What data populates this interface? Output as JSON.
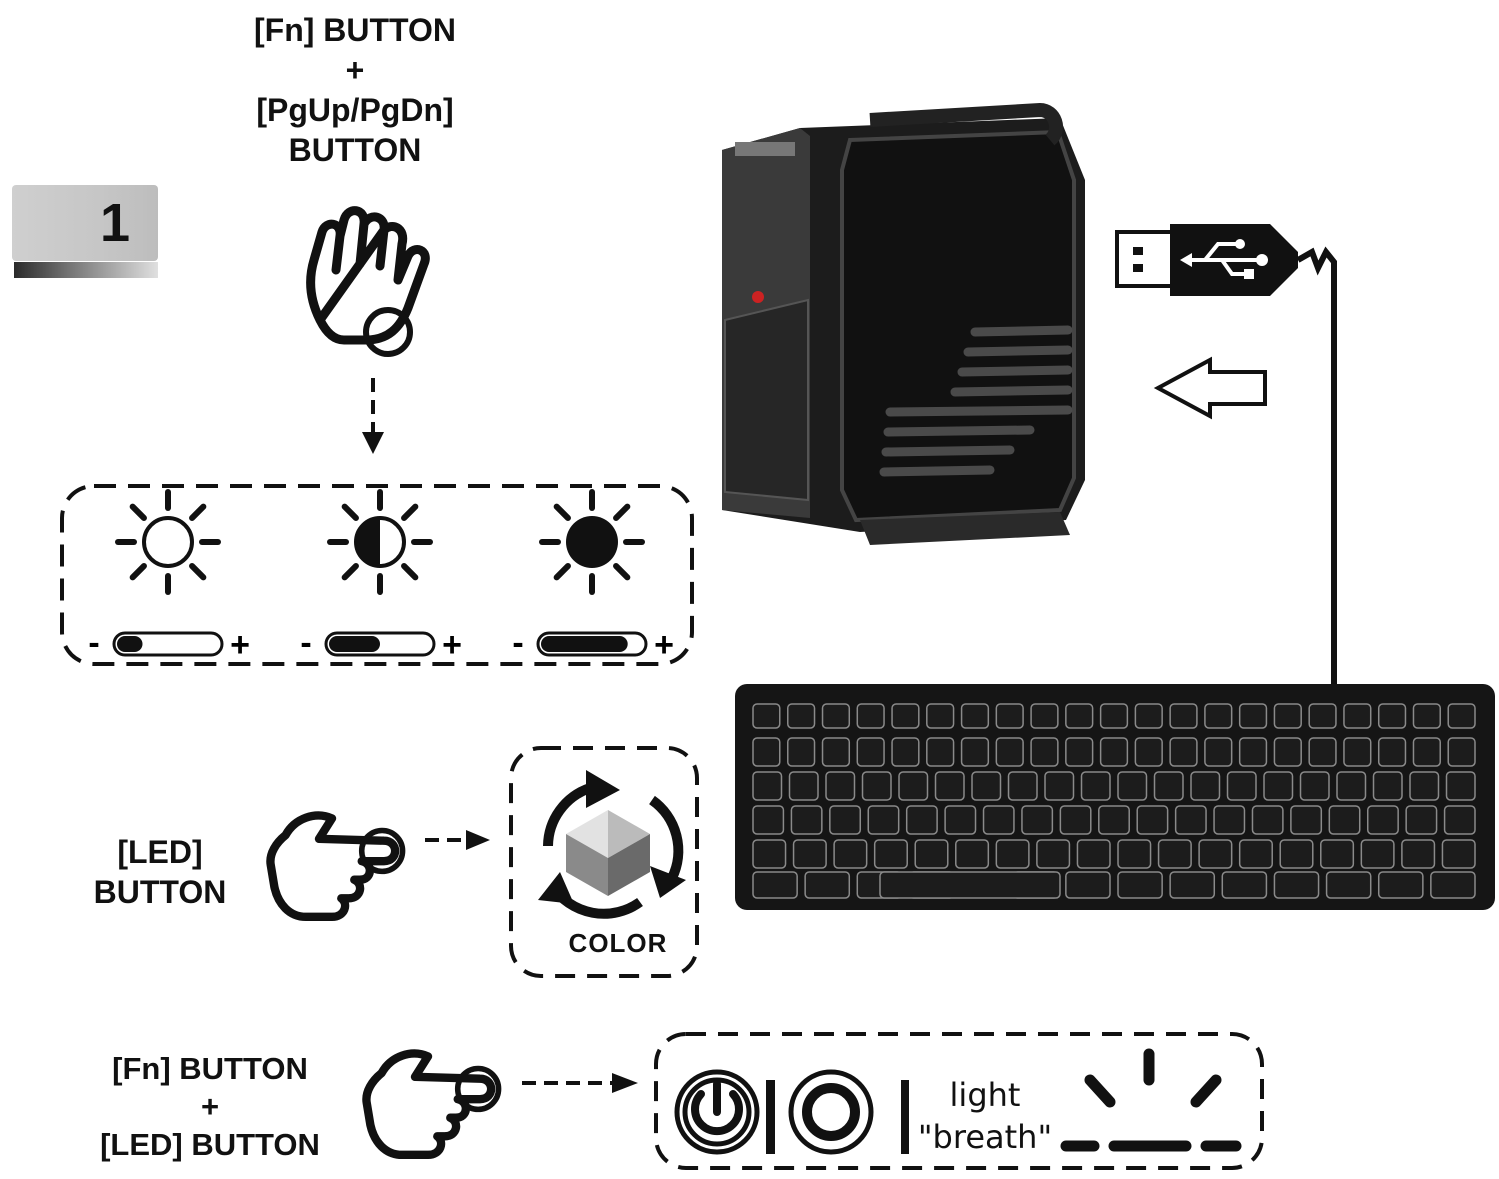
{
  "step": {
    "number": "1"
  },
  "brightness_control": {
    "combo_line1": "[Fn] BUTTON",
    "combo_plus": "+",
    "combo_line2": "[PgUp/PgDn]",
    "combo_line3": "BUTTON",
    "levels": [
      {
        "icon": "sun-outline-icon",
        "level": 0.25
      },
      {
        "icon": "sun-half-icon",
        "level": 0.5
      },
      {
        "icon": "sun-filled-icon",
        "level": 0.85
      }
    ],
    "minus": "-",
    "plus": "+"
  },
  "color_control": {
    "button_line1": "[LED]",
    "button_line2": "BUTTON",
    "result_label": "COLOR"
  },
  "breath_control": {
    "combo_line1": "[Fn] BUTTON",
    "combo_plus": "+",
    "combo_line2": "[LED] BUTTON",
    "result_line1": "light",
    "result_line2": "\"breath\""
  },
  "colors": {
    "ink": "#111111",
    "case": "#1e1e1e",
    "keyboard": "#151515"
  }
}
